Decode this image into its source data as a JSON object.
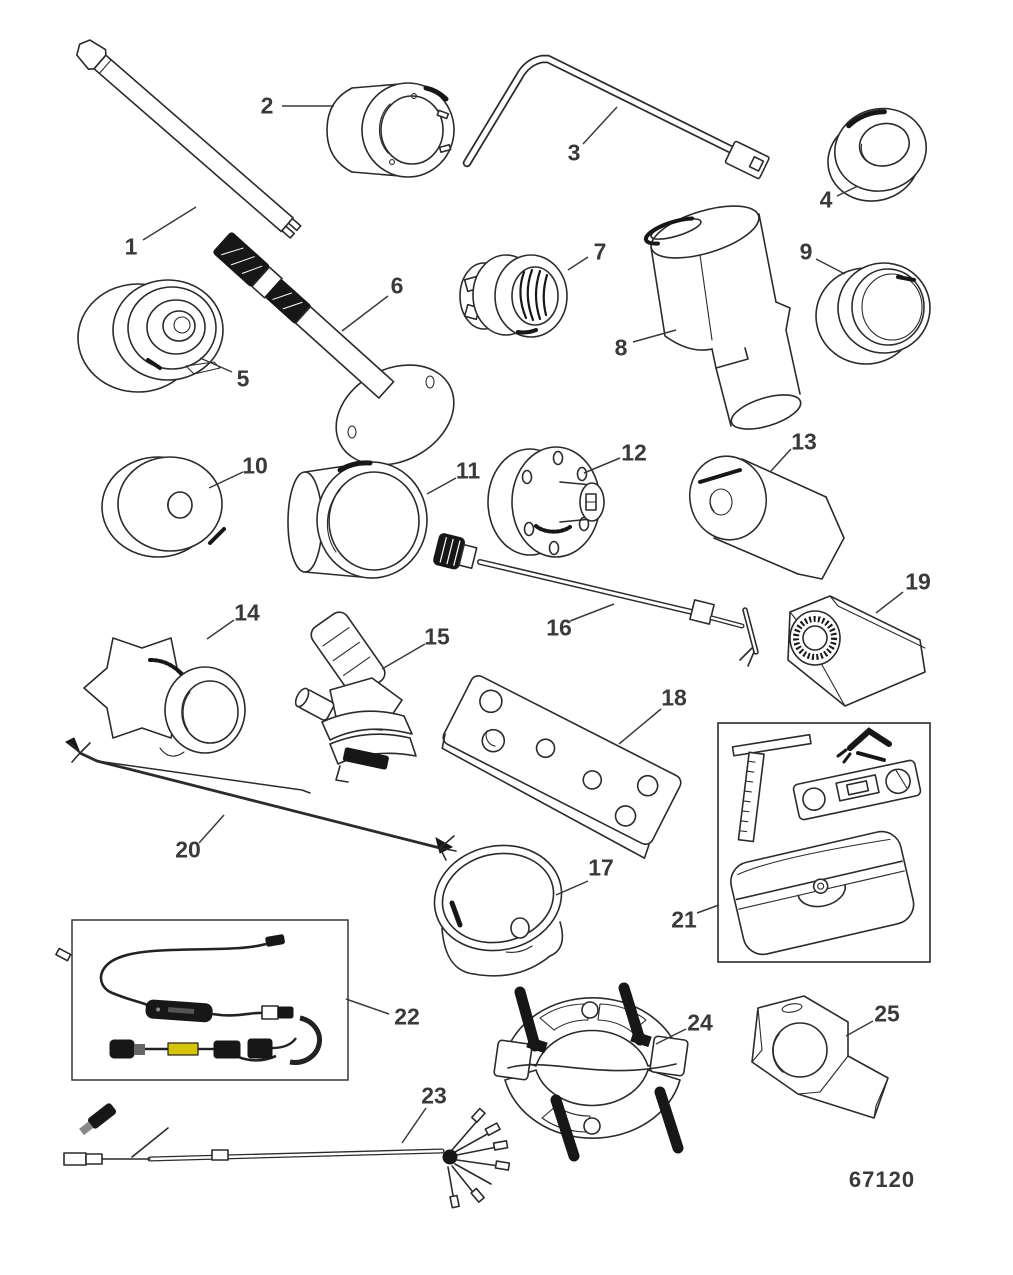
{
  "figure": {
    "number": "67120"
  },
  "colors": {
    "ink": "#2b2b2b",
    "label": "#3a3a3a",
    "cable_highlight_yellow": "#d6c400"
  },
  "callouts": [
    {
      "label": "1"
    },
    {
      "label": "2"
    },
    {
      "label": "3"
    },
    {
      "label": "4"
    },
    {
      "label": "5"
    },
    {
      "label": "6"
    },
    {
      "label": "7"
    },
    {
      "label": "8"
    },
    {
      "label": "9"
    },
    {
      "label": "10"
    },
    {
      "label": "11"
    },
    {
      "label": "12"
    },
    {
      "label": "13"
    },
    {
      "label": "14"
    },
    {
      "label": "15"
    },
    {
      "label": "16"
    },
    {
      "label": "17"
    },
    {
      "label": "18"
    },
    {
      "label": "19"
    },
    {
      "label": "20"
    },
    {
      "label": "21"
    },
    {
      "label": "22"
    },
    {
      "label": "23"
    },
    {
      "label": "24"
    },
    {
      "label": "25"
    }
  ]
}
